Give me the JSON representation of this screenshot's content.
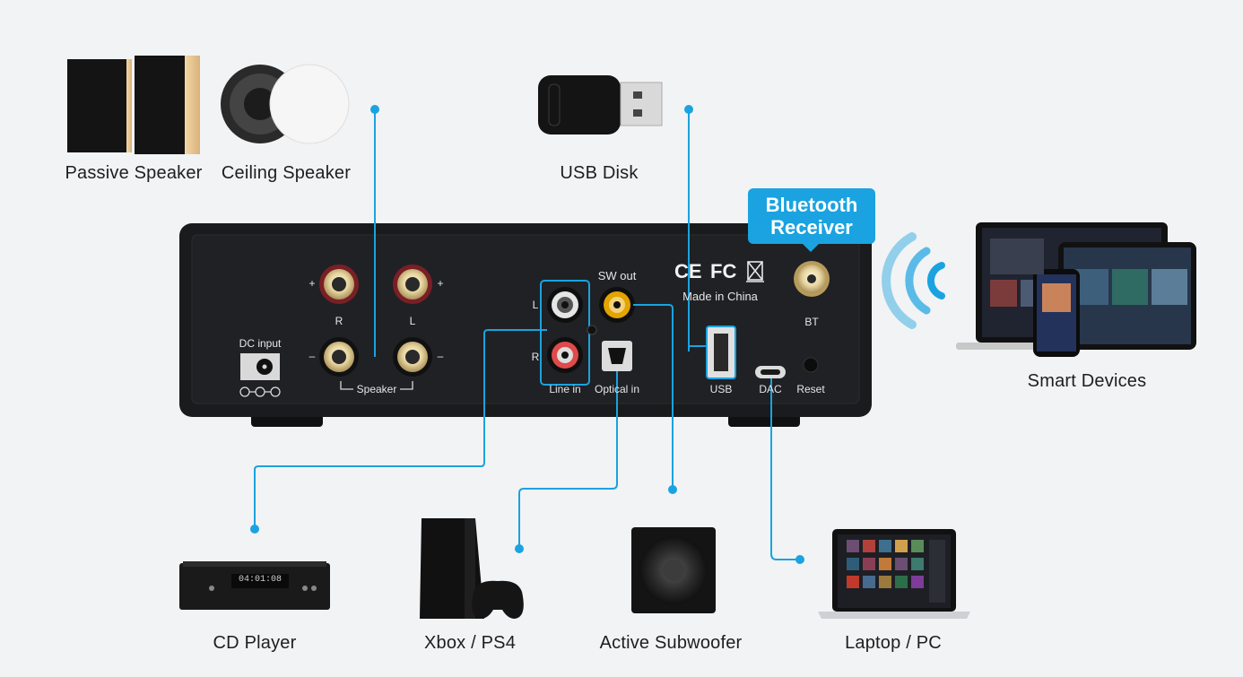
{
  "labels": {
    "passive_speaker": "Passive Speaker",
    "ceiling_speaker": "Ceiling Speaker",
    "usb_disk": "USB Disk",
    "smart_devices": "Smart Devices",
    "cd_player": "CD Player",
    "xbox_ps4": "Xbox / PS4",
    "active_subwoofer": "Active Subwoofer",
    "laptop_pc": "Laptop / PC"
  },
  "badge": {
    "line1": "Bluetooth",
    "line2": "Receiver"
  },
  "panel": {
    "dc_input": "DC input",
    "speaker": "Speaker",
    "R": "R",
    "L": "L",
    "plus": "+",
    "minus": "–",
    "sw_out": "SW out",
    "line_in": "Line in",
    "optical_in": "Optical in",
    "made_in": "Made in China",
    "usb": "USB",
    "dac": "DAC",
    "reset": "Reset",
    "bt": "BT",
    "ce": "CE",
    "fc": "FC",
    "cd_display": "04:01:08"
  },
  "colors": {
    "accent": "#1aa3e0",
    "device_body": "#1a1b1d",
    "background": "#f2f3f5"
  }
}
